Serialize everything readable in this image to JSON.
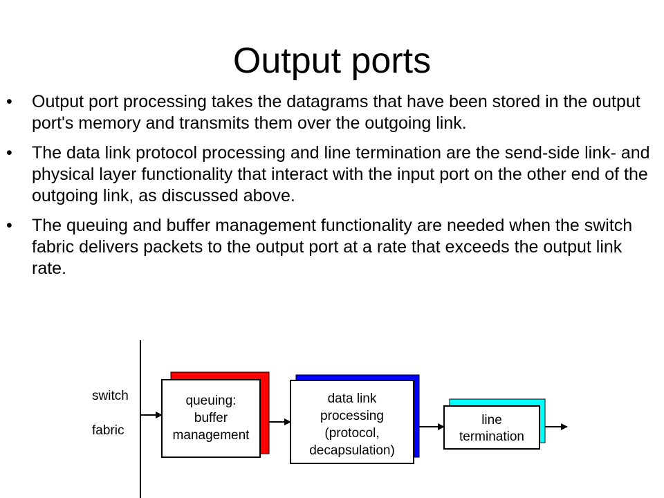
{
  "slide": {
    "title": "Output ports",
    "bullet_marker": "•",
    "bullets": [
      "Output port processing takes the datagrams that have been stored in the output port's memory and transmits them over the outgoing link.",
      "The data link protocol processing and line termination are the send-side link- and physical layer functionality that interact with the input port on the other end of the outgoing link, as discussed above.",
      "The queuing and buffer management functionality are needed when the switch fabric delivers packets to the output port at a rate that exceeds the output link rate."
    ]
  },
  "diagram": {
    "fabric_label_line1": "switch",
    "fabric_label_line2": "fabric",
    "queue_box": {
      "lines": [
        "queuing:",
        "buffer",
        "management"
      ],
      "shadow_color": "#ff0000"
    },
    "datalink_box": {
      "lines": [
        "data link",
        "processing",
        "(protocol,",
        "decapsulation)"
      ],
      "shadow_color": "#0000ff"
    },
    "line_box": {
      "lines": [
        "line",
        "termination"
      ],
      "shadow_color": "#00ffff"
    }
  }
}
